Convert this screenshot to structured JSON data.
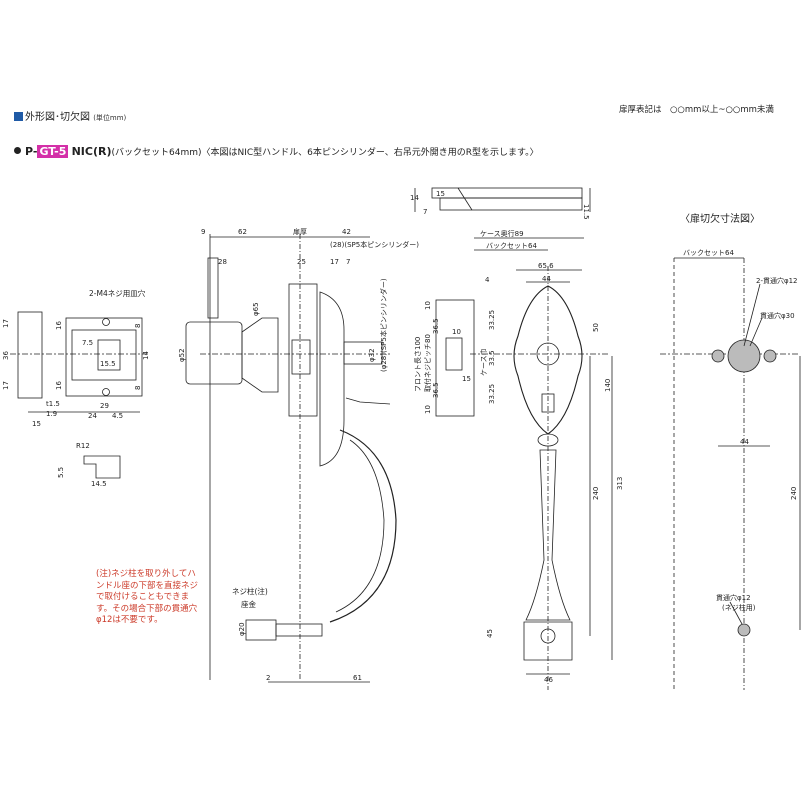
{
  "header": {
    "section_title": "外形図･切欠図",
    "section_unit": "(単位mm)",
    "door_thickness_note": "扉厚表記は　○○mm以上~○○mm未満"
  },
  "product": {
    "prefix": "P-",
    "code": "GT-5",
    "model": "NIC(R)",
    "description": "(バックセット64mm)〈本図はNIC型ハンドル、6本ピンシリンダー、右吊元外開き用のR型を示します。〉"
  },
  "cutout": {
    "title": "〈扉切欠寸法図〉",
    "backset": "バックセット64",
    "hole_top": "2-貫通穴φ12",
    "hole_center": "貫通穴φ30",
    "dim_44": "44",
    "dim_240": "240",
    "hole_bottom": "貫通穴φ12",
    "hole_bottom_note": "(ネジ柱用)"
  },
  "strike": {
    "d14": "14",
    "d7": "7",
    "d15": "15",
    "d11_5": "11.5"
  },
  "faceplate": {
    "label": "2-M4ネジ用皿穴",
    "d17a": "17",
    "d36": "36",
    "d17b": "17",
    "d16a": "16",
    "d16b": "16",
    "d8a": "8",
    "d8b": "8",
    "d7_5": "7.5",
    "d15_5": "15.5",
    "d14": "14",
    "d1_5": "t1.5",
    "d1_9": "1.9",
    "d15": "15",
    "d24": "24",
    "d4_5": "4.5",
    "d29": "29"
  },
  "latch": {
    "r12": "R12",
    "d5_5": "5.5",
    "d14_5": "14.5"
  },
  "side": {
    "d9": "9",
    "d62": "62",
    "door": "扉厚",
    "d42": "42",
    "d28": "28",
    "sp5": "(28)(SP5本ピンシリンダー)",
    "d25": "25",
    "d17": "17",
    "d7": "7",
    "d65": "φ65",
    "d52": "φ52",
    "d32": "φ32",
    "sp5v": "(φ28)(SP5本ピンシリンダー)",
    "screw": "ネジ柱(注)",
    "washer": "座金",
    "d20": "φ20",
    "d2": "2",
    "d61": "61"
  },
  "front": {
    "depth": "ケース奥行89",
    "backset": "バックセット64",
    "d65_6": "65.6",
    "d44": "44",
    "d4": "4",
    "d10a": "10",
    "d36_5a": "36.5",
    "front_len": "フロント長さ100",
    "screw_pitch": "取付ネジピッチ80",
    "d36_5b": "36.5",
    "d10b": "10",
    "d10c": "10",
    "d15": "15",
    "case_w": "ケース巾",
    "d33_5": "33.5",
    "d33_25a": "33.25",
    "d33_25b": "33.25",
    "d50": "50",
    "d140": "140",
    "d313": "313",
    "d240": "240",
    "d45": "45",
    "d46": "46"
  },
  "note": "(注)ネジ柱を取り外してハンドル座の下部を直接ネジで取付けることもできます。その場合下部の貫通穴φ12は不要です。"
}
